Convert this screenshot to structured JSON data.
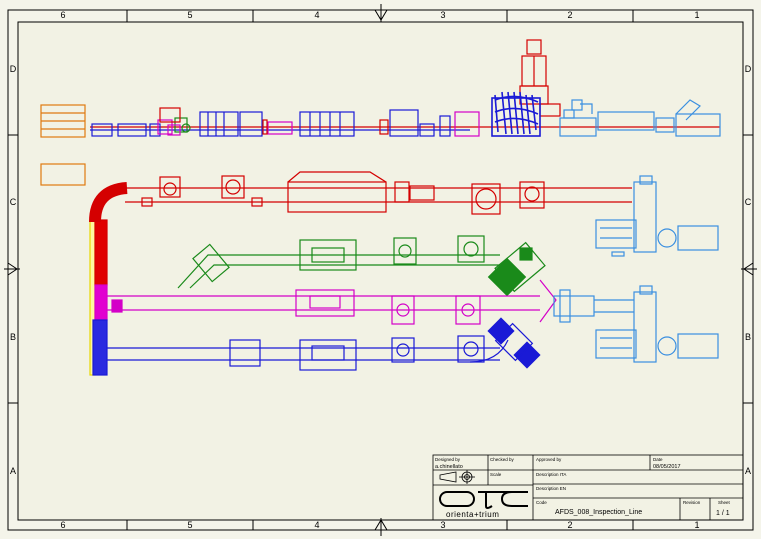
{
  "border": {
    "columns": [
      "6",
      "5",
      "4",
      "3",
      "2",
      "1"
    ],
    "rows": [
      "D",
      "C",
      "B",
      "A"
    ]
  },
  "colors": {
    "red": "#d40000",
    "blue": "#1a1ad6",
    "green": "#1a8a1a",
    "magenta": "#d400c8",
    "light_blue": "#3a8fe0",
    "orange": "#e07a10",
    "yellow": "#e8d800",
    "sheet_bg": "#f2f2e4"
  },
  "title_block": {
    "designed_by_label": "Designed by",
    "designed_by_value": "a.chinellato",
    "checked_by_label": "Checked by",
    "approved_by_label": "Approved by",
    "date_label": "Date",
    "date_value": "08/05/2017",
    "scale_label": "Scale",
    "description_ita_label": "Description ITA",
    "description_en_label": "Description EN",
    "code_label": "Code",
    "code_value": "AFDS_008_Inspection_Line",
    "revision_label": "Revision",
    "sheet_label": "Sheet",
    "sheet_value": "1 / 1",
    "logo_text": "orienta+trium"
  }
}
